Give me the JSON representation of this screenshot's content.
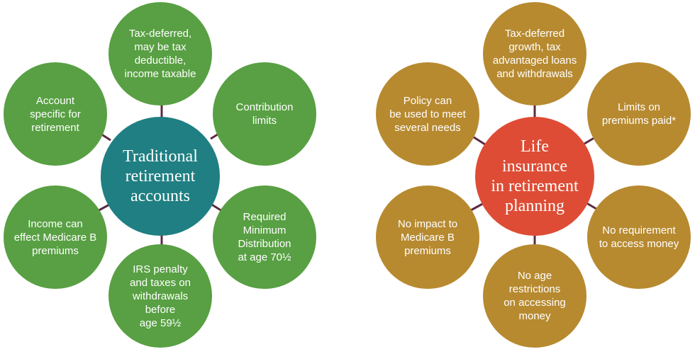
{
  "colors": {
    "line": "#5c2a42",
    "left_satellite": "#58a043",
    "left_hub": "#1f7f82",
    "right_satellite": "#b78a30",
    "right_hub": "#de4c35"
  },
  "left": {
    "hub": "Traditional\nretirement\naccounts",
    "top": "Tax-deferred,\nmay be tax\ndeductible,\nincome taxable",
    "top_right": "Contribution\nlimits",
    "bottom_right": "Required\nMinimum\nDistribution\nat age 70½",
    "bottom": "IRS penalty\nand taxes on\nwithdrawals\nbefore\nage 59½",
    "bottom_left": "Income can\neffect Medicare B\npremiums",
    "top_left": "Account\nspecific for\nretirement"
  },
  "right": {
    "hub": "Life\ninsurance\nin retirement\nplanning",
    "top": "Tax-deferred\ngrowth, tax\nadvantaged loans\nand withdrawals",
    "top_right": "Limits on\npremiums paid*",
    "bottom_right": "No requirement\nto access money",
    "bottom": "No age\nrestrictions\non accessing\nmoney",
    "bottom_left": "No impact to\nMedicare B\npremiums",
    "top_left": "Policy can\nbe used to meet\nseveral needs"
  }
}
